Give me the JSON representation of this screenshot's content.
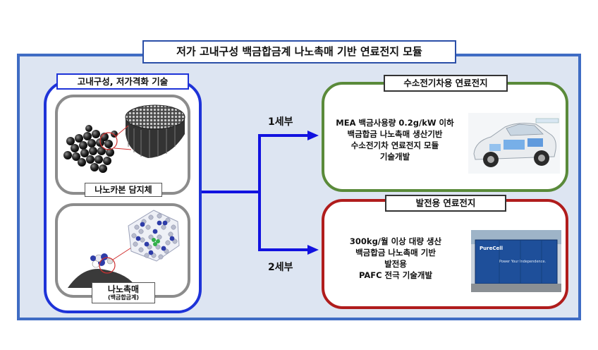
{
  "diagram": {
    "title": "저가 고내구성 백금합금계 나노촉매 기반 연료전지 모듈",
    "left": {
      "title": "고내구성, 저가격화 기술",
      "support_label": "나노카본 담지체",
      "catalyst_label": "나노촉매",
      "catalyst_sublabel": "(백금합금계)"
    },
    "branches": {
      "first": "1세부",
      "second": "2세부"
    },
    "vehicle": {
      "title": "수소전기차용 연료전지",
      "lines": [
        "MEA 백금사용량 0.2g/kW 이하",
        "백금합금 나노촉매 생산기반",
        "수소전기차 연료전지 모듈",
        "기술개발"
      ]
    },
    "power": {
      "title": "발전용 연료전지",
      "lines": [
        "300kg/월 이상 대량 생산",
        "백금합금 나노촉매 기반",
        "발전용",
        "PAFC 전극 기술개발"
      ],
      "container_logo": "PureCell",
      "container_slogan": "Power Your Independence."
    },
    "colors": {
      "frame": "#3f6cc4",
      "left_panel": "#1e33d8",
      "vehicle_border": "#5a8a3a",
      "power_border": "#b01c1c",
      "arrows": "#1212e0"
    }
  }
}
